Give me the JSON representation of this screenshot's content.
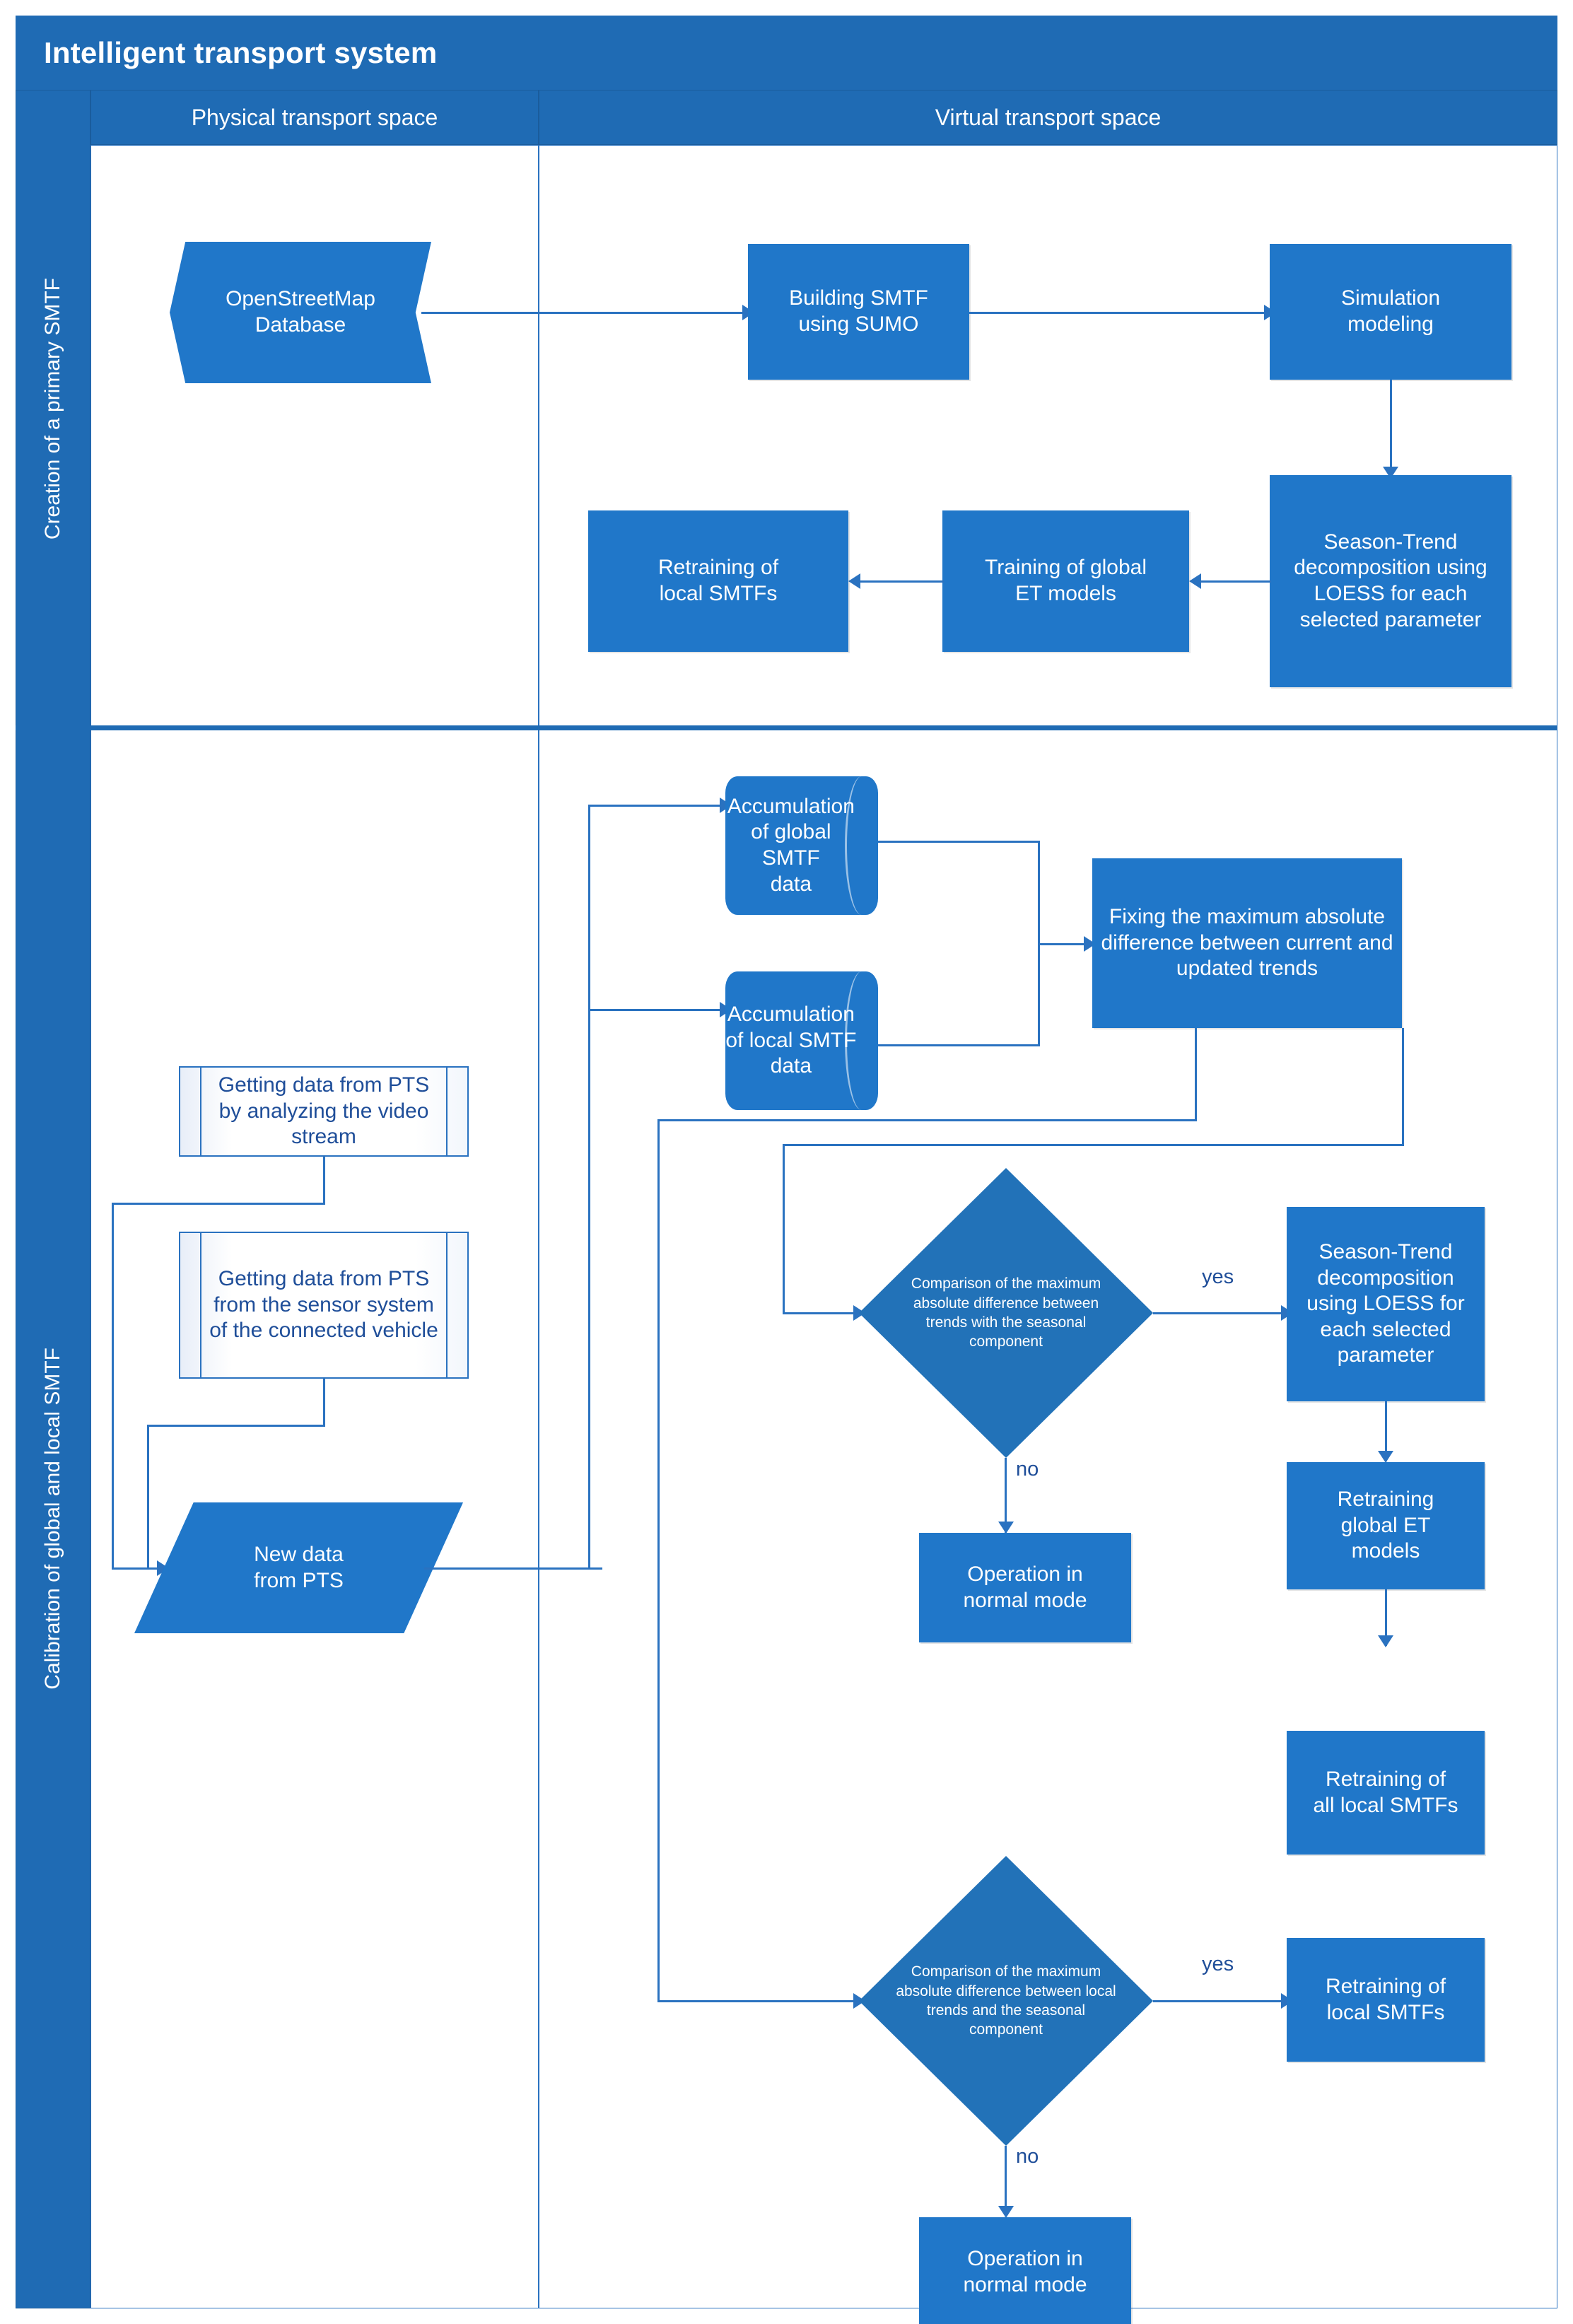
{
  "diagram": {
    "title": "Intelligent transport system",
    "lane_headers": {
      "physical": "Physical transport space",
      "virtual": "Virtual transport space"
    },
    "side_labels": {
      "top": "Creation of a primary SMTF",
      "bottom": "Calibration of global and local SMTF"
    },
    "colors": {
      "header_blue": "#1F6BB4",
      "node_blue": "#2077C9",
      "diamond_blue": "#2272B8",
      "line_blue": "#2a72c0",
      "light_node_text": "#1F4E99",
      "node_text": "#ffffff",
      "background": "#ffffff"
    }
  },
  "nodes": {
    "osm_database": "OpenStreetMap\nDatabase",
    "building_smtf": "Building SMTF\nusing SUMO",
    "simulation_modeling": "Simulation\nmodeling",
    "stl_top": "Season-Trend decomposition using LOESS for each selected parameter",
    "training_global_et": "Training of global\nET models",
    "retraining_local_smtfs_top": "Retraining of\nlocal SMTFs",
    "accumulation_global": "Accumulation\nof global SMTF\ndata",
    "accumulation_local": "Accumulation\nof local SMTF\ndata",
    "fixing_max_diff": "Fixing the maximum absolute difference between current and updated trends",
    "getting_data_video": "Getting data from PTS by analyzing the video stream",
    "getting_data_sensor": "Getting data from PTS from the sensor system of the connected vehicle",
    "new_data_pts": "New data\nfrom PTS",
    "decision_global": "Comparison of the maximum absolute difference between trends with the seasonal component",
    "decision_local": "Comparison of the maximum absolute difference between local trends and the seasonal component",
    "operation_normal_1": "Operation in\nnormal mode",
    "operation_normal_2": "Operation in\nnormal mode",
    "stl_bottom": "Season-Trend decomposition using LOESS for each selected parameter",
    "retraining_global_et": "Retraining\nglobal ET\nmodels",
    "retraining_all_local": "Retraining of\nall local SMTFs",
    "retraining_local_smtfs_bottom": "Retraining of\nlocal SMTFs"
  },
  "edge_labels": {
    "yes_1": "yes",
    "no_1": "no",
    "yes_2": "yes",
    "no_2": "no"
  }
}
